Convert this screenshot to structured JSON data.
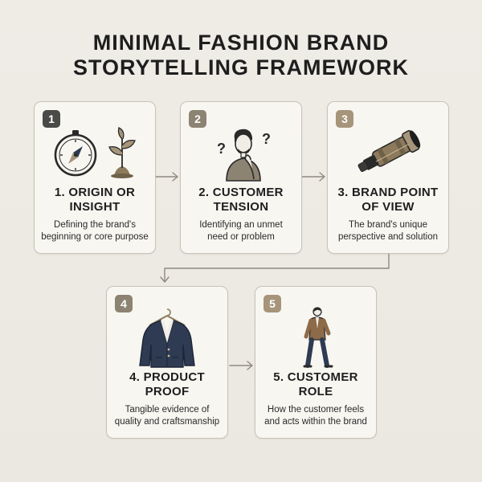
{
  "title": {
    "line1": "MINIMAL FASHION BRAND",
    "line2": "STORYTELLING FRAMEWORK"
  },
  "colors": {
    "background": "#eeebe4",
    "card": "#f8f6f1",
    "card_border": "#c9c3b6",
    "badge_dark": "#4a4a48",
    "badge_taupe": "#8d8372",
    "badge_tan": "#a6957a",
    "navy": "#2e3b52",
    "arrow": "#8f8a80"
  },
  "cards": [
    {
      "number": "1",
      "title_line1": "1. ORIGIN OR",
      "title_line2": "INSIGHT",
      "desc_line1": "Defining the brand's",
      "desc_line2": "beginning or core purpose",
      "icons": [
        "compass-icon",
        "sprout-icon"
      ]
    },
    {
      "number": "2",
      "title_line1": "2. CUSTOMER",
      "title_line2": "TENSION",
      "desc_line1": "Identifying an unmet",
      "desc_line2": "need or problem",
      "icons": [
        "thinking-person-icon",
        "question-mark-icon"
      ]
    },
    {
      "number": "3",
      "title_line1": "3. BRAND POINT",
      "title_line2": "OF VIEW",
      "desc_line1": "The brand's unique",
      "desc_line2": "perspective and solution",
      "icons": [
        "spyglass-icon"
      ]
    },
    {
      "number": "4",
      "title_line1": "4. PRODUCT",
      "title_line2": "PROOF",
      "desc_line1": "Tangible evidence of",
      "desc_line2": "quality and craftsmanship",
      "icons": [
        "blazer-on-hanger-icon"
      ]
    },
    {
      "number": "5",
      "title_line1": "5. CUSTOMER",
      "title_line2": "ROLE",
      "desc_line1": "How the customer feels",
      "desc_line2": "and acts within the brand",
      "icons": [
        "walking-man-icon"
      ]
    }
  ]
}
